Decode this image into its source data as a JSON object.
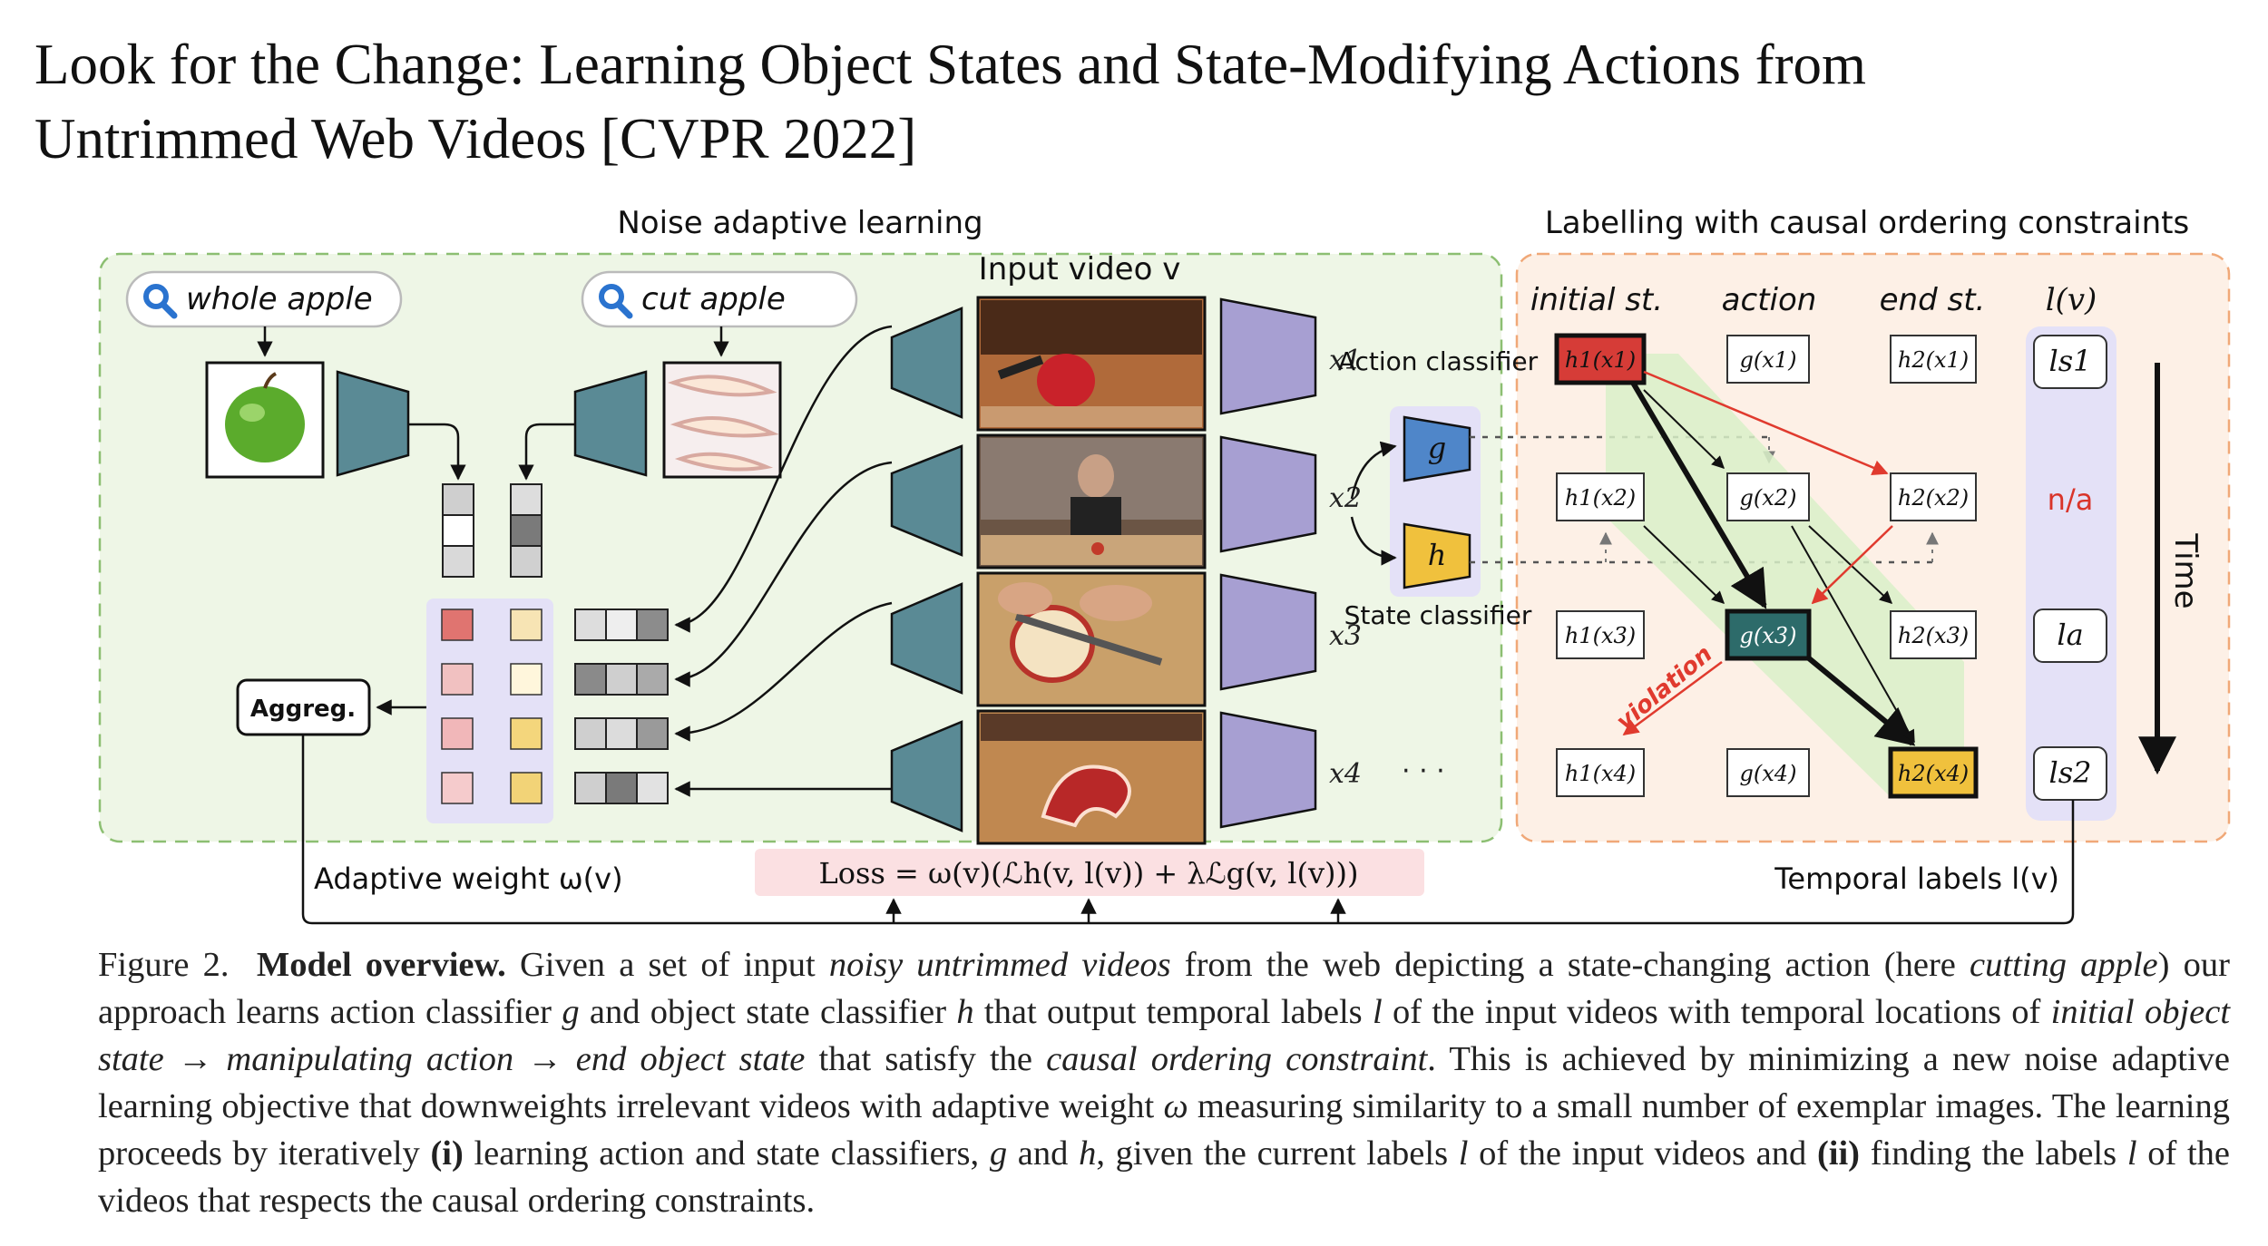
{
  "title": {
    "line1": "Look for the Change: Learning Object States and State-Modifying Actions from",
    "line2": "Untrimmed Web Videos [CVPR 2022]"
  },
  "figure": {
    "left_panel_title": "Noise adaptive learning",
    "right_panel_title": "Labelling with causal ordering constraints",
    "query1": "whole apple",
    "query2": "cut apple",
    "input_video_label": "Input video v",
    "x_labels": [
      "x1",
      "x2",
      "x3",
      "x4"
    ],
    "ellipsis": "· · ·",
    "action_classifier_label": "Action classifier",
    "state_classifier_label": "State classifier",
    "g_symbol": "g",
    "h_symbol": "h",
    "aggreg_label": "Aggreg.",
    "adaptive_weight_label": "Adaptive weight ω(v)",
    "loss_label": "Loss = ω(v)(ℒh(v, l(v)) + λℒg(v, l(v)))",
    "temporal_labels_label": "Temporal labels l(v)",
    "col_headers": [
      "initial st.",
      "action",
      "end st.",
      "l(v)"
    ],
    "grid_rows": [
      [
        "h1(x1)",
        "g(x1)",
        "h2(x1)"
      ],
      [
        "h1(x2)",
        "g(x2)",
        "h2(x2)"
      ],
      [
        "h1(x3)",
        "g(x3)",
        "h2(x3)"
      ],
      [
        "h1(x4)",
        "g(x4)",
        "h2(x4)"
      ]
    ],
    "labels": [
      "ls1",
      "n/a",
      "la",
      "ls2"
    ],
    "violation_label": "violation",
    "time_label": "Time",
    "colors": {
      "green_panel": "#eef6e6",
      "orange_panel": "#fdf0e6",
      "teal_trapezoid": "#5a8a95",
      "purple_trapezoid": "#a79fd2",
      "lavender": "#e4e1f7",
      "red_cell": "#d63c37",
      "teal_cell": "#2d6b6a",
      "yellow_cell": "#f0c13d",
      "violation_red": "#e03a2e",
      "na_red": "#d9342a",
      "loss_bg": "#fbe0e2"
    }
  },
  "caption": {
    "fig_label": "Figure 2.",
    "bold_heading": "Model overview.",
    "t1": " Given a set of input ",
    "i1": "noisy untrimmed videos",
    "t2": " from the web depicting a state-changing action (here ",
    "i2": "cutting apple",
    "t3": ") our approach learns action classifier ",
    "i3": "g",
    "t4": " and object state classifier ",
    "i4": "h",
    "t5": " that output temporal labels ",
    "i5": "l",
    "t6": " of the input videos with temporal locations of ",
    "i6": "initial object state → manipulating action → end object state",
    "t7": " that satisfy the ",
    "i7": "causal ordering constraint",
    "t8": ". This is achieved by minimizing a new noise adaptive learning objective that downweights irrelevant videos with adaptive weight ",
    "i8": "ω",
    "t9": " measuring similarity to a small number of exemplar images. The learning proceeds by iteratively ",
    "b1": "(i)",
    "t10": " learning action and state classifiers, ",
    "i9": "g",
    "t11": " and ",
    "i10": "h",
    "t12": ", given the current labels ",
    "i11": "l",
    "t13": " of the input videos and ",
    "b2": "(ii)",
    "t14": " finding the labels ",
    "i12": "l",
    "t15": " of the videos that respects the causal ordering constraints."
  }
}
